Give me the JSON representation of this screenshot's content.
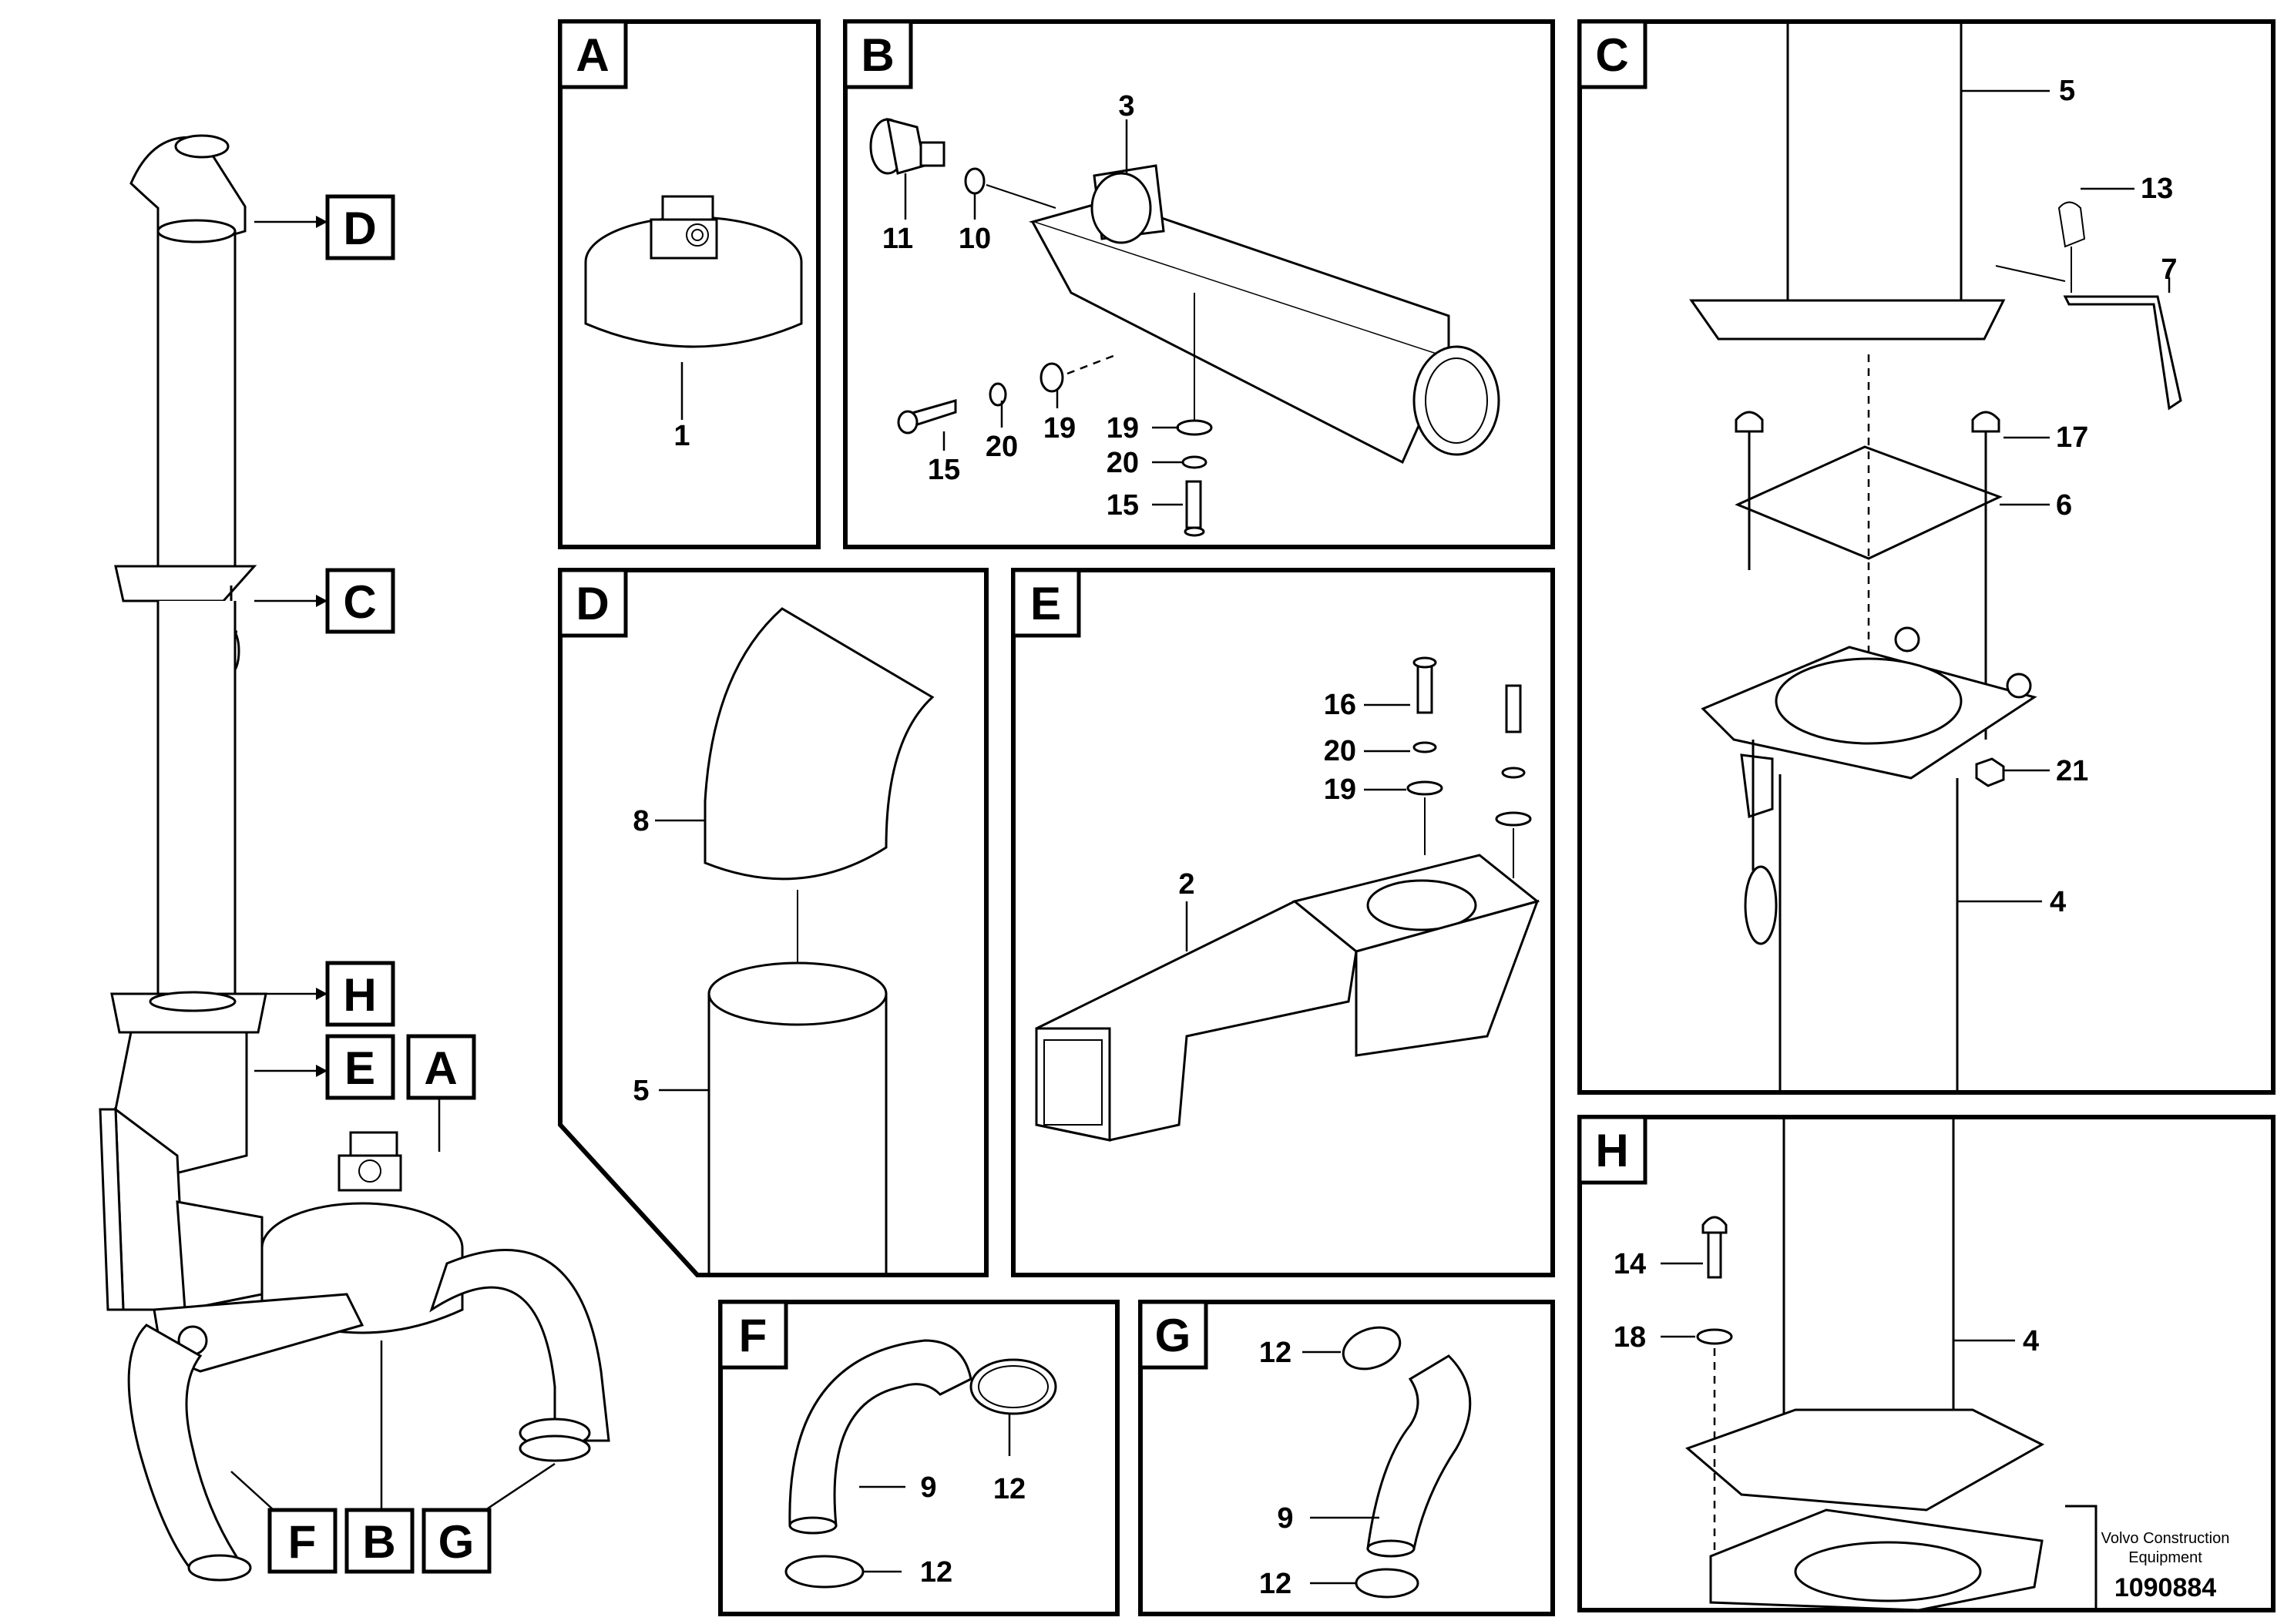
{
  "overview": {
    "labels": {
      "D": "D",
      "C": "C",
      "H": "H",
      "E": "E",
      "A": "A",
      "F": "F",
      "B": "B",
      "G": "G"
    }
  },
  "panels": {
    "A": {
      "letter": "A",
      "callouts": {
        "c1": "1"
      }
    },
    "B": {
      "letter": "B",
      "callouts": {
        "c3": "3",
        "c11": "11",
        "c10": "10",
        "c15a": "15",
        "c20a": "20",
        "c19a": "19",
        "c19b": "19",
        "c20b": "20",
        "c15b": "15"
      }
    },
    "C": {
      "letter": "C",
      "callouts": {
        "c5": "5",
        "c13": "13",
        "c7": "7",
        "c17": "17",
        "c6": "6",
        "c21": "21",
        "c4": "4"
      }
    },
    "D": {
      "letter": "D",
      "callouts": {
        "c8": "8",
        "c5": "5"
      }
    },
    "E": {
      "letter": "E",
      "callouts": {
        "c16": "16",
        "c20": "20",
        "c19": "19",
        "c2": "2"
      }
    },
    "F": {
      "letter": "F",
      "callouts": {
        "c9": "9",
        "c12a": "12",
        "c12b": "12"
      }
    },
    "G": {
      "letter": "G",
      "callouts": {
        "c12a": "12",
        "c9": "9",
        "c12b": "12"
      }
    },
    "H": {
      "letter": "H",
      "callouts": {
        "c14": "14",
        "c18": "18",
        "c4": "4"
      }
    }
  },
  "footer": {
    "company_line1": "Volvo Construction",
    "company_line2": "Equipment",
    "drawing_number": "1090884"
  }
}
